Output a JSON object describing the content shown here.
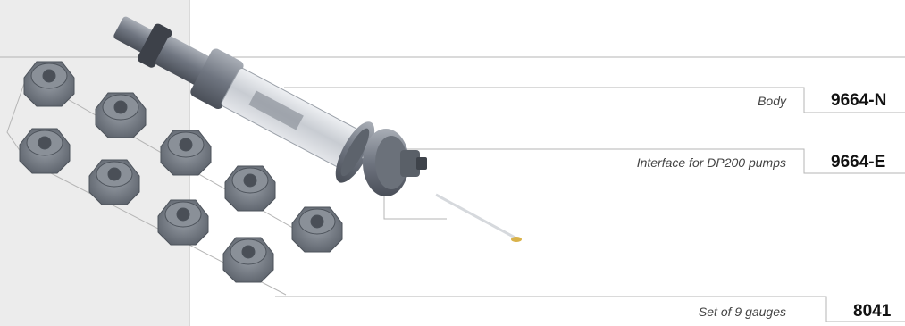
{
  "parts": [
    {
      "description": "Body",
      "code": "9664-N"
    },
    {
      "description": "Interface for DP200 pumps",
      "code": "9664-E"
    },
    {
      "description": "Set of 9 gauges",
      "code": "8041"
    }
  ],
  "colors": {
    "left_panel": "#ececec",
    "leader_lines": "#b5b5b5",
    "component_gray": "#7f8590"
  }
}
